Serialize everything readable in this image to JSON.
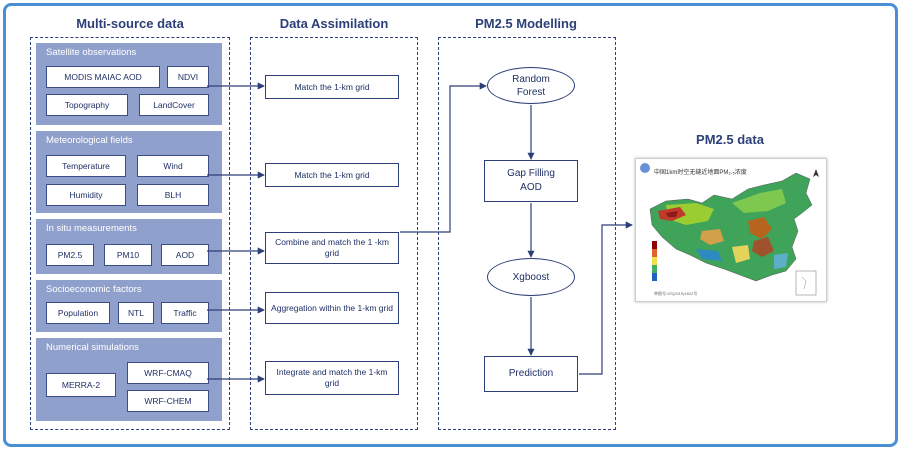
{
  "columns": {
    "multisource": "Multi-source data",
    "assimilation": "Data Assimilation",
    "modelling": "PM2.5 Modelling",
    "output": "PM2.5 data"
  },
  "groups": {
    "satellite": {
      "title": "Satellite observations",
      "items": [
        "MODIS MAIAC AOD",
        "NDVI",
        "Topography",
        "LandCover"
      ]
    },
    "meteorological": {
      "title": "Meteorological fields",
      "items": [
        "Temperature",
        "Wind",
        "Humidity",
        "BLH"
      ]
    },
    "insitu": {
      "title": "In situ measurements",
      "items": [
        "PM2.5",
        "PM10",
        "AOD"
      ]
    },
    "socio": {
      "title": "Socioeconomic factors",
      "items": [
        "Population",
        "NTL",
        "Traffic"
      ]
    },
    "numerical": {
      "title": "Numerical simulations",
      "items": [
        "MERRA-2",
        "WRF-CMAQ",
        "WRF-CHEM"
      ]
    }
  },
  "assimilation_steps": [
    "Match the 1-km grid",
    "Match the 1-km grid",
    "Combine and  match the 1 -km grid",
    "Aggregation within the 1-km grid",
    "Integrate and match the 1-km grid"
  ],
  "modelling_nodes": {
    "rf": "Random Forest",
    "gap": "Gap Filling AOD",
    "xgb": "Xgboost",
    "pred": "Prediction"
  },
  "map": {
    "title": "中国1km时空无缝近地面PM₂.₅浓度",
    "footer": "审图号:GS(2019)1822号"
  },
  "colors": {
    "frame": "#4a8fd3",
    "group_fill": "#8fa0cc",
    "line": "#2d3f78"
  }
}
